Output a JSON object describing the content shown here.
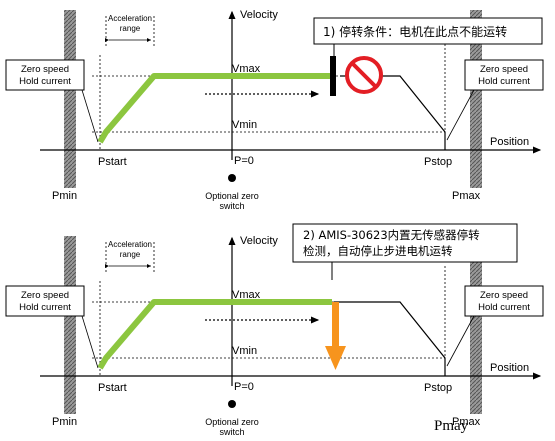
{
  "top_panel": {
    "velocity_label": "Velocity",
    "position_label": "Position",
    "acceleration_label": [
      "Acceleration",
      "range"
    ],
    "vmax_label": "Vmax",
    "vmin_label": "Vmin",
    "pstart_label": "Pstart",
    "pstop_label": "Pstop",
    "p0_label": "P=0",
    "pmin_label": "Pmin",
    "pmax_label": "Pmax",
    "zero_switch_label": [
      "Optional zero",
      "switch"
    ],
    "hold_left": [
      "Zero speed",
      "Hold current"
    ],
    "hold_right": [
      "Zero speed",
      "Hold current"
    ],
    "callout": "1) 停转条件：电机在此点不能运转"
  },
  "bottom_panel": {
    "velocity_label": "Velocity",
    "position_label": "Position",
    "acceleration_label": [
      "Acceleration",
      "range"
    ],
    "vmax_label": "Vmax",
    "vmin_label": "Vmin",
    "pstart_label": "Pstart",
    "pstop_label": "Pstop",
    "p0_label": "P=0",
    "pmin_label": "Pmin",
    "pmax_label": "Pmax",
    "zero_switch_label": [
      "Optional zero",
      "switch"
    ],
    "hold_left": [
      "Zero speed",
      "Hold current"
    ],
    "hold_right": [
      "Zero speed",
      "Hold current"
    ],
    "callout": [
      "2) AMIS-30623内置无传感器停转",
      "检测，自动停止步进电机运转"
    ]
  },
  "watermark": "Pmay",
  "colors": {
    "green_profile": "#8cc63f",
    "orange_arrow": "#f7941d",
    "stop_symbol": "#e31e24",
    "wall": "#808080"
  }
}
